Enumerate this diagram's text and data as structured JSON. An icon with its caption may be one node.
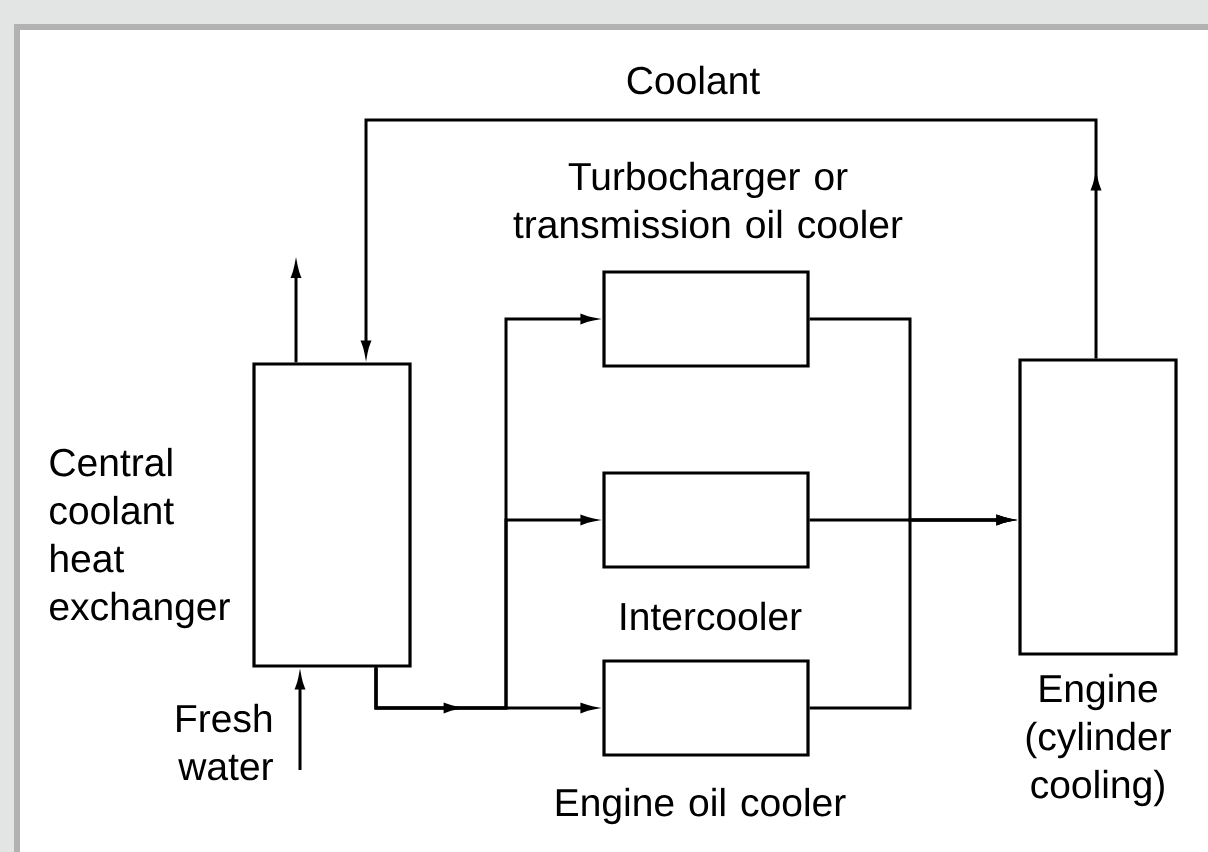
{
  "diagram": {
    "nodes": [
      {
        "text": [
          "Central coolant heat exchanger"
        ],
        "beside": [
          "Fresh water"
        ]
      },
      {
        "text": [
          "Turbocharger or transmission oil cooler"
        ]
      },
      {
        "text": [
          "Intercooler"
        ]
      },
      {
        "text": [
          "Engine oil cooler"
        ]
      },
      {
        "text": [
          "Engine (cylinder cooling)"
        ]
      }
    ],
    "edges": [
      {
        "from": 0,
        "to": 1,
        "arrow": "to"
      },
      {
        "from": 0,
        "to": 2,
        "arrow": "to"
      },
      {
        "from": 0,
        "to": 3,
        "arrow": "to"
      },
      {
        "from": 1,
        "to": 4,
        "arrow": "to"
      },
      {
        "from": 2,
        "to": 4,
        "arrow": "to"
      },
      {
        "from": 3,
        "to": 4,
        "arrow": "to"
      },
      {
        "from": 4,
        "to": 0,
        "arrow": "to",
        "label": "Coolant"
      },
      {
        "from": null,
        "to": 0,
        "arrow": "to"
      },
      {
        "from": 0,
        "to": null,
        "arrow": "to"
      }
    ]
  }
}
